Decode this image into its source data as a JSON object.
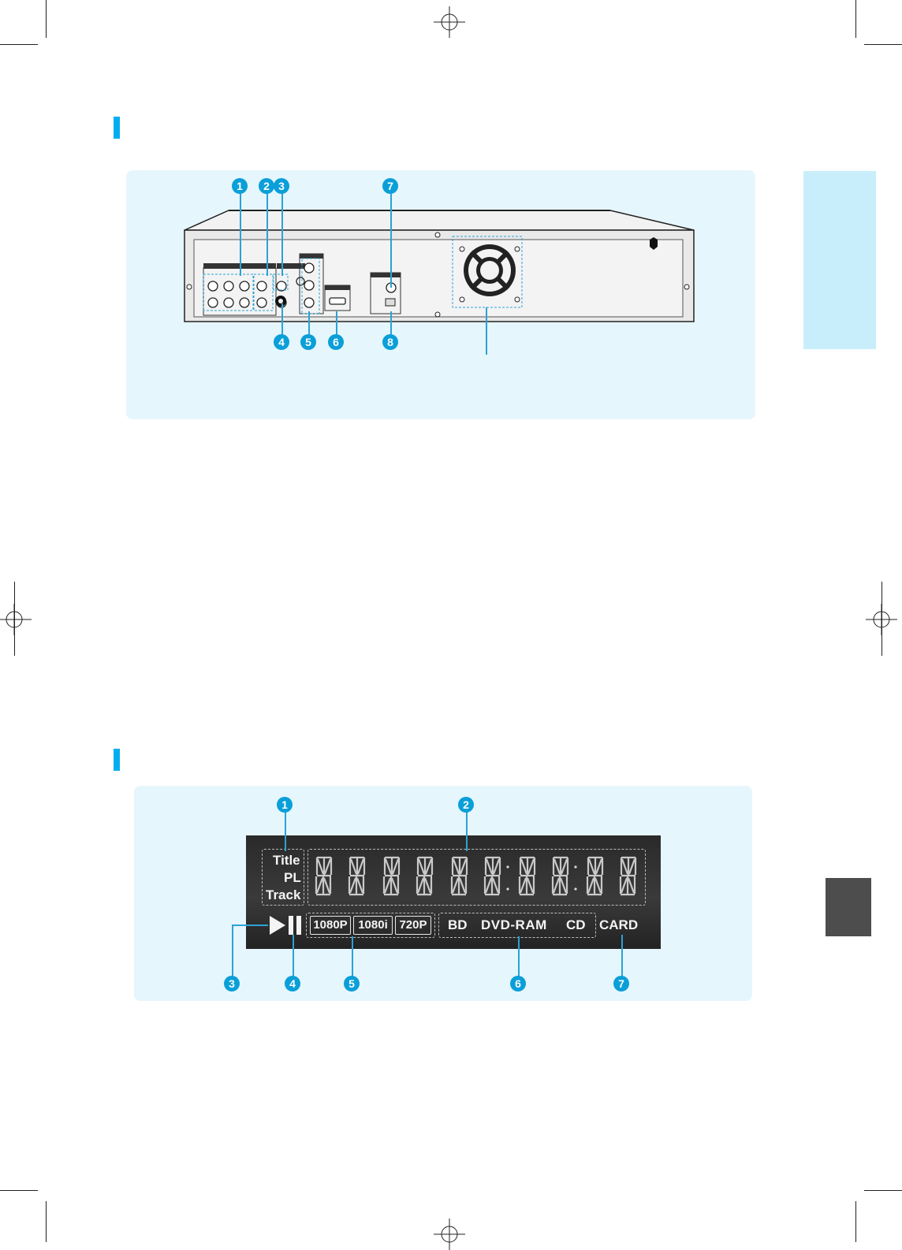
{
  "rear_panel": {
    "callouts": [
      "1",
      "2",
      "3",
      "4",
      "5",
      "6",
      "7",
      "8"
    ]
  },
  "front_display": {
    "callouts": [
      "1",
      "2",
      "3",
      "4",
      "5",
      "6",
      "7"
    ],
    "title_labels": [
      "Title",
      "PL",
      "Track"
    ],
    "resolutions": [
      "1080P",
      "1080i",
      "720P"
    ],
    "discs": [
      "BD",
      "DVD-RAM",
      "CD"
    ],
    "card": "CARD"
  },
  "colors": {
    "accent": "#00aeef",
    "panel_bg": "#e6f6fd",
    "callout": "#0a9fd8",
    "side_tab_blue": "#c8eefb",
    "side_tab_dark": "#4d4d4d",
    "display_bg": "#2f2f2f"
  }
}
